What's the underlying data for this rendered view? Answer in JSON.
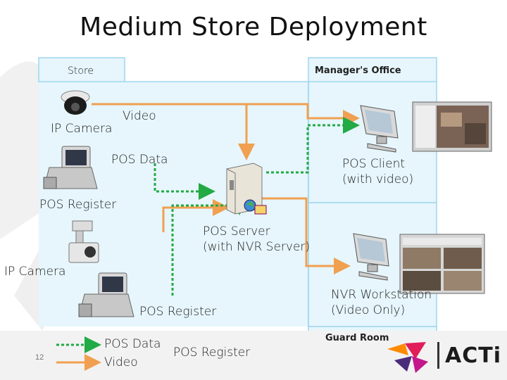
{
  "title": "Medium Store Deployment",
  "zones": {
    "store": "Store",
    "managers_office": "Manager's Office",
    "guard_room": "Guard Room"
  },
  "labels": {
    "ip_camera_1": "IP Camera",
    "video": "Video",
    "pos_data": "POS Data",
    "pos_client": [
      "POS Client",
      "(with video)"
    ],
    "pos_register_1": "POS Register",
    "pos_server": [
      "POS Server",
      "(with NVR Server)"
    ],
    "ip_camera_2": "IP Camera",
    "nvr_workstation": [
      "NVR Workstation",
      "(Video Only)"
    ],
    "pos_register_2": "POS Register",
    "pos_register_3": "POS Register"
  },
  "legend": {
    "pos_data": "POS Data",
    "video": "Video"
  },
  "page_number": "12",
  "logo": "ACTi",
  "colors": {
    "video_line": "#f0a050",
    "pos_data_line": "#22aa44",
    "zone_fill": "#e6f6fc",
    "zone_border": "#9fd6ee"
  },
  "icons": [
    "ip-camera-dome-icon",
    "pos-register-icon",
    "server-icon",
    "monitor-icon",
    "ip-camera-box-icon",
    "acti-logo-icon"
  ]
}
